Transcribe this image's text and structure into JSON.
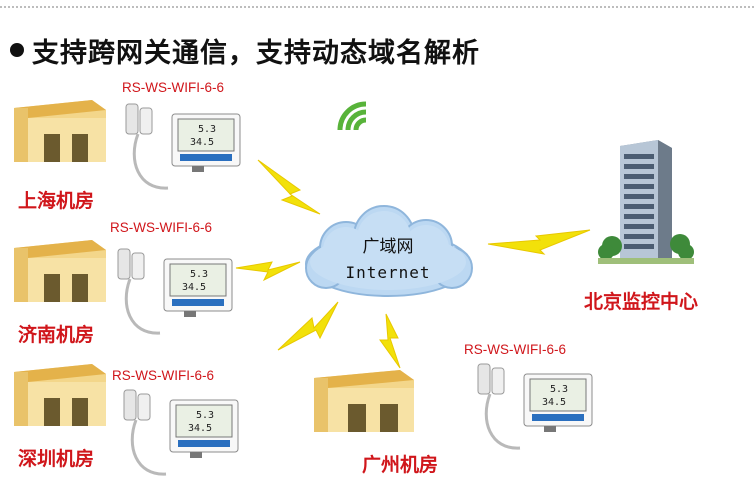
{
  "heading": "支持跨网关通信，支持动态域名解析",
  "model_label": "RS-WS-WIFI-6-6",
  "sites": [
    {
      "label": "上海机房"
    },
    {
      "label": "济南机房"
    },
    {
      "label": "深圳机房"
    },
    {
      "label": "广州机房"
    }
  ],
  "cloud": {
    "line1": "广域网",
    "line2": "Internet"
  },
  "hq": {
    "label": "北京监控中心"
  },
  "device_display": {
    "temp": "5.3",
    "hum": "34.5"
  },
  "colors": {
    "label_red": "#d0161b",
    "bolt_yellow": "#f2e10a",
    "cloud_blue": "#bcd8f2",
    "wifi_green": "#58b33a"
  }
}
